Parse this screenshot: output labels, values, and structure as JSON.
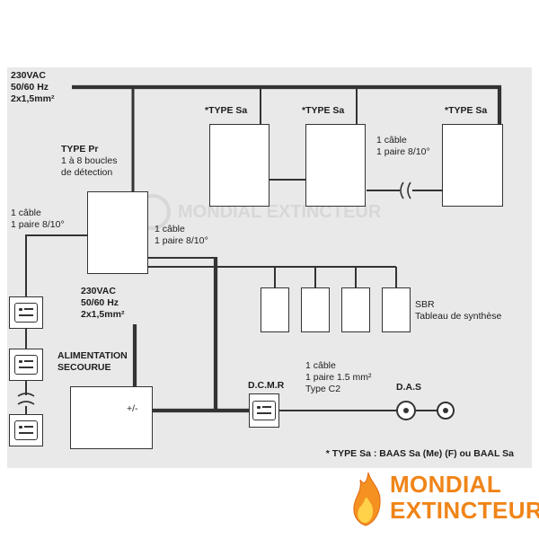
{
  "colors": {
    "panel_bg": "#e9e9e9",
    "line": "#333333",
    "logo_orange": "#f08418",
    "flame_orange": "#f59120",
    "flame_yellow": "#ffd24a"
  },
  "diagram": {
    "mains_top": {
      "l1": "230VAC",
      "l2": "50/60 Hz",
      "l3": "2x1,5mm²"
    },
    "type_pr": {
      "title": "TYPE Pr",
      "l1": "1 à 8 boucles",
      "l2": "de détection"
    },
    "type_sa": {
      "label1": "*TYPE Sa",
      "label2": "*TYPE Sa",
      "label3": "*TYPE Sa"
    },
    "cable_left": {
      "l1": "1 câble",
      "l2": "1 paire 8/10°"
    },
    "cable_center": {
      "l1": "1 câble",
      "l2": "1 paire 8/10°"
    },
    "cable_right": {
      "l1": "1 câble",
      "l2": "1 paire 8/10°"
    },
    "mains_battery": {
      "l1": "230VAC",
      "l2": "50/60 Hz",
      "l3": "2x1,5mm²"
    },
    "alim": {
      "l1": "ALIMENTATION",
      "l2": "SECOURUE"
    },
    "battery": {
      "polarity": "+/-"
    },
    "sbr": {
      "title": "SBR",
      "subtitle": "Tableau de synthèse"
    },
    "dcmr": {
      "label": "D.C.M.R"
    },
    "das": {
      "label": "D.A.S"
    },
    "cable_c2": {
      "l1": "1 câble",
      "l2": "1 paire 1.5 mm²",
      "l3": "Type C2"
    },
    "footnote": "* TYPE Sa : BAAS Sa (Me) (F) ou BAAL Sa"
  },
  "watermark": "MONDIAL EXTINCTEUR",
  "logo": {
    "l1": "MONDIAL",
    "l2": "EXTINCTEUR"
  }
}
